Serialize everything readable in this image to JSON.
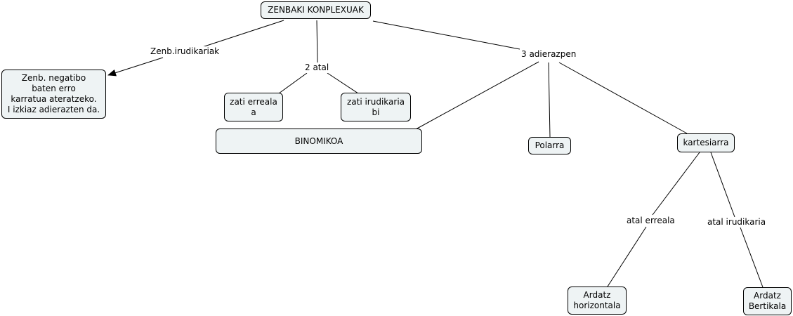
{
  "map": {
    "root": "ZENBAKI KONPLEXUAK",
    "link_imaginary": "Zenb.irudikariak",
    "node_negative_root": "Zenb. negatibo\nbaten erro\nkarratua ateratzeko.\nI izkiaz adierazten da.",
    "link_two_parts": "2 atal",
    "node_real_part": "zati erreala\na",
    "node_imag_part": "zati irudikaria\nbi",
    "link_three_forms": "3 adierazpen",
    "node_binomial": "BINOMIKOA",
    "node_polar": "Polarra",
    "node_cartesian": "kartesiarra",
    "link_real_axis": "atal erreala",
    "link_imag_axis": "atal irudikaria",
    "node_horizontal_axis": "Ardatz\nhorizontala",
    "node_vertical_axis": "Ardatz\nBertikala"
  },
  "colors": {
    "node_fill": "#eef3f4",
    "line": "#000000"
  }
}
